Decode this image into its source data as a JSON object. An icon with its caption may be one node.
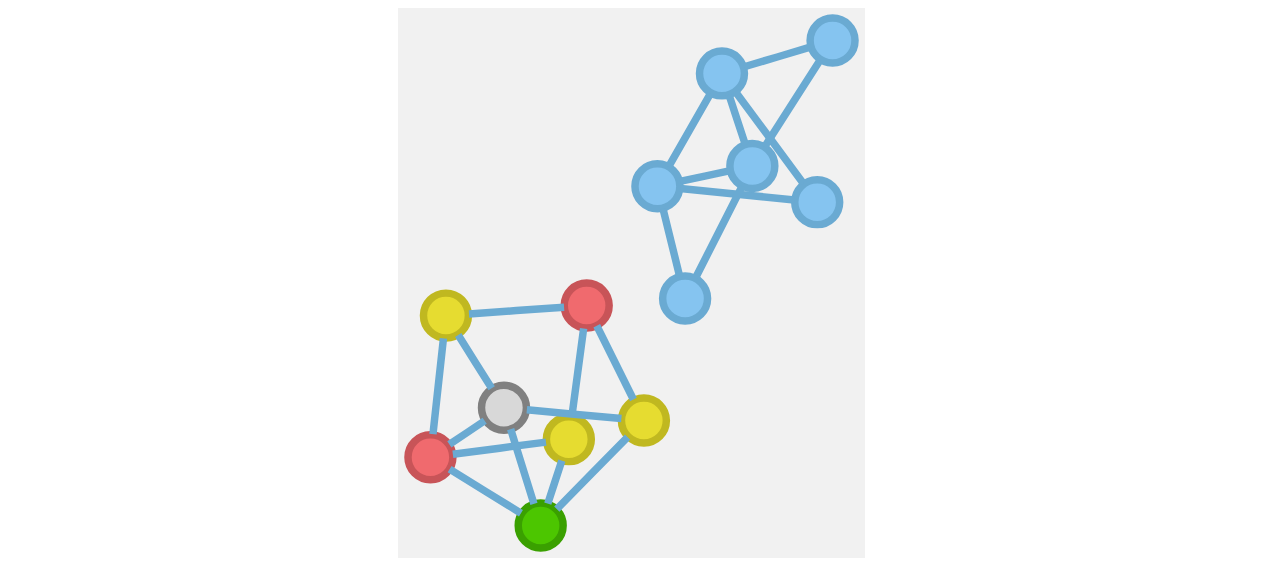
{
  "diagram": {
    "nodes": [
      {
        "text": [],
        "shape": "circle"
      },
      {
        "text": [],
        "shape": "circle"
      },
      {
        "text": [],
        "shape": "circle"
      },
      {
        "text": [],
        "shape": "circle"
      },
      {
        "text": [],
        "shape": "circle"
      },
      {
        "text": [],
        "shape": "circle"
      },
      {
        "text": [],
        "shape": "circle"
      },
      {
        "text": [],
        "shape": "circle"
      },
      {
        "text": [],
        "shape": "circle"
      },
      {
        "text": [],
        "shape": "circle"
      },
      {
        "text": [],
        "shape": "circle"
      },
      {
        "text": [],
        "shape": "circle"
      },
      {
        "text": [],
        "shape": "circle"
      }
    ],
    "edges": [
      {
        "from": 0,
        "to": 1,
        "arrow": "none"
      },
      {
        "from": 1,
        "to": 4,
        "arrow": "none"
      },
      {
        "from": 0,
        "to": 2,
        "arrow": "none"
      },
      {
        "from": 2,
        "to": 6,
        "arrow": "none"
      },
      {
        "from": 4,
        "to": 5,
        "arrow": "none"
      },
      {
        "from": 5,
        "to": 6,
        "arrow": "none"
      },
      {
        "from": 1,
        "to": 3,
        "arrow": "none"
      },
      {
        "from": 2,
        "to": 3,
        "arrow": "none"
      },
      {
        "from": 3,
        "to": 5,
        "arrow": "none"
      },
      {
        "from": 0,
        "to": 4,
        "arrow": "none"
      },
      {
        "from": 4,
        "to": 6,
        "arrow": "none"
      },
      {
        "from": 6,
        "to": 0,
        "arrow": "none"
      },
      {
        "from": 7,
        "to": 8,
        "arrow": "none"
      },
      {
        "from": 8,
        "to": 10,
        "arrow": "none"
      },
      {
        "from": 7,
        "to": 9,
        "arrow": "none"
      },
      {
        "from": 9,
        "to": 12,
        "arrow": "none"
      },
      {
        "from": 10,
        "to": 11,
        "arrow": "none"
      },
      {
        "from": 11,
        "to": 12,
        "arrow": "none"
      },
      {
        "from": 7,
        "to": 10,
        "arrow": "none"
      },
      {
        "from": 10,
        "to": 12,
        "arrow": "none"
      },
      {
        "from": 12,
        "to": 7,
        "arrow": "none"
      }
    ]
  }
}
